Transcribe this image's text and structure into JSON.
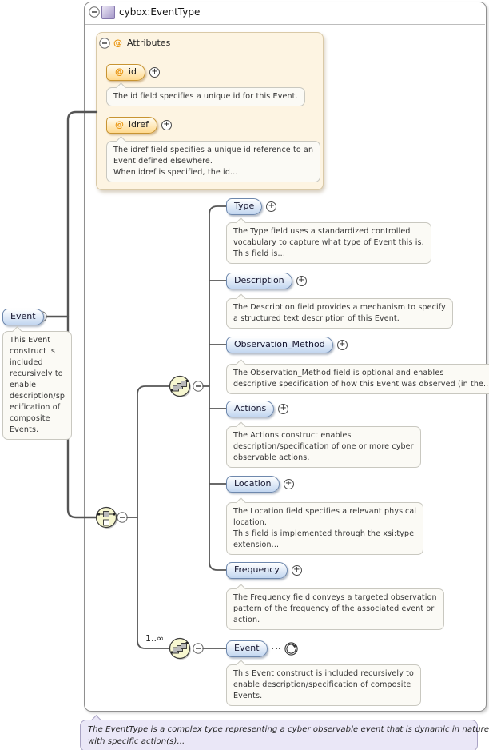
{
  "header": {
    "title": "cybox:EventType"
  },
  "attributes_panel": {
    "label": "Attributes",
    "at_symbol": "@",
    "items": [
      {
        "name": "id",
        "description": "The id field specifies a unique id for this Event."
      },
      {
        "name": "idref",
        "description": "The idref field specifies a unique id reference to an\nEvent defined elsewhere.\nWhen idref is specified, the id..."
      }
    ]
  },
  "root_element": {
    "label": "Event",
    "description": "This Event\nconstruct is\nincluded\nrecursively to\nenable\ndescription/sp\necification of\ncomposite\nEvents."
  },
  "occurrence": "1..∞",
  "elements": [
    {
      "label": "Type",
      "description": "The Type field uses a standardized controlled\nvocabulary to capture what type of Event this is.\nThis field is..."
    },
    {
      "label": "Description",
      "description": "The Description field provides a mechanism to specify\na structured text description of this Event."
    },
    {
      "label": "Observation_Method",
      "description": "The Observation_Method field is optional and enables\ndescriptive specification of how this Event was observed (in the..."
    },
    {
      "label": "Actions",
      "description": "The Actions construct enables\ndescription/specification of one or more cyber\nobservable actions."
    },
    {
      "label": "Location",
      "description": "The Location field specifies a relevant physical\nlocation.\nThis field is implemented through the xsi:type\nextension..."
    },
    {
      "label": "Frequency",
      "description": "The Frequency field conveys a targeted observation\npattern of the frequency of the associated event or\naction."
    }
  ],
  "recursive_element": {
    "label": "Event",
    "description": "This Event construct is included recursively to\nenable description/specification of composite\nEvents."
  },
  "footnote": "The EventType is a complex type representing a cyber observable event that is dynamic in nature\nwith specific action(s)...",
  "colors": {
    "line_color": "#555555",
    "blue_border": "#6e88ad",
    "blue_top": "#ffffff",
    "blue_bottom": "#c2d6f0",
    "orange_border": "#c89432",
    "orange_top": "#fffdf3",
    "orange_bottom": "#ffd98e",
    "at_color": "#e8940f",
    "icon_fill": "#f7f7d0",
    "note_bg": "#fbfaf5",
    "note_border": "#c9c8c0",
    "panel_bg": "#fdf4e2",
    "panel_border": "#d9c9a7",
    "footnote_bg": "#eae7f7",
    "footnote_border": "#a9a3c4"
  }
}
